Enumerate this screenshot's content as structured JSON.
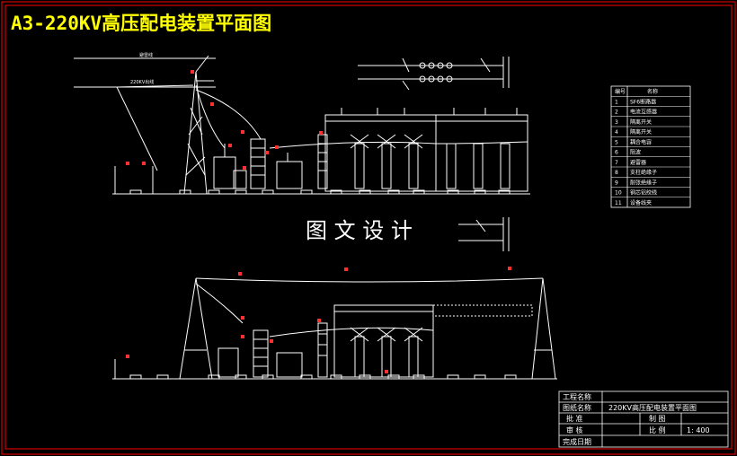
{
  "title": "A3-220KV高压配电装置平面图",
  "watermark": "图 文 设 计",
  "elev_labels": {
    "line_top": "避雷线",
    "line_bus": "220KV出线"
  },
  "legend": {
    "headers": [
      "编号",
      "名称"
    ],
    "rows": [
      [
        "1",
        "SF6断路器"
      ],
      [
        "2",
        "电流互感器"
      ],
      [
        "3",
        "隔离开关"
      ],
      [
        "4",
        "隔离开关"
      ],
      [
        "5",
        "耦合电容"
      ],
      [
        "6",
        "阻波"
      ],
      [
        "7",
        "避雷器"
      ],
      [
        "8",
        "支柱绝缘子"
      ],
      [
        "9",
        "耐张绝缘子"
      ],
      [
        "10",
        "钢芯铝绞线"
      ],
      [
        "11",
        "设备线夹"
      ]
    ]
  },
  "title_block": {
    "project_name_label": "工程名称",
    "drawing_name_label": "图纸名称",
    "drawing_name_value": "220KV高压配电装置平面图",
    "approve_label": "批 准",
    "draw_label": "制 图",
    "review_label": "审 核",
    "scale_label": "比 例",
    "scale_value": "1: 400",
    "date_label": "完成日期"
  },
  "colors": {
    "background": "#000000",
    "frame": "#ff0000",
    "title": "#ffff00",
    "lines": "#ffffff",
    "markers": "#ff3030"
  }
}
